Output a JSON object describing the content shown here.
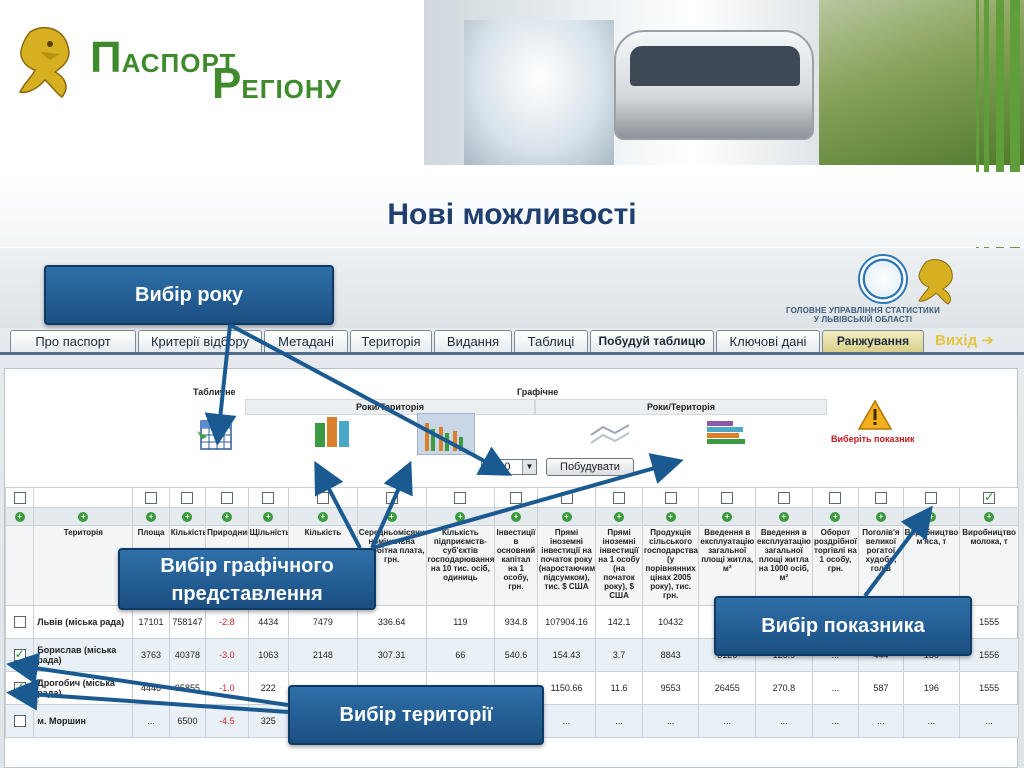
{
  "header": {
    "logo_letter_1": "П",
    "logo_text_1": "АСПОРТ",
    "logo_letter_2": "Р",
    "logo_text_2": "ЕГІОНУ"
  },
  "slide": {
    "title": "Нові можливості"
  },
  "app": {
    "org_caption_1": "ГОЛОВНЕ УПРАВЛІННЯ СТАТИСТИКИ",
    "org_caption_2": "У ЛЬВІВСЬКІЙ ОБЛАСТІ",
    "tabs": [
      {
        "label": "Про паспорт"
      },
      {
        "label": "Критерії відбору"
      },
      {
        "label": "Метадані"
      },
      {
        "label": "Територія"
      },
      {
        "label": "Видання"
      },
      {
        "label": "Таблиці"
      },
      {
        "label": "Побудуй таблицю"
      },
      {
        "label": "Ключові дані"
      },
      {
        "label": "Ранжування"
      }
    ],
    "exit_label": "Вихід",
    "chooser": {
      "tabular_label": "Табличне",
      "graphic_label": "Графічне",
      "by_territory": "Роки/Територія",
      "by_years": "Роки/Територія",
      "warning_text": "Виберіть показник",
      "year_value": "2010",
      "build_label": "Побудувати"
    },
    "table": {
      "checked_columns": [
        1,
        18
      ],
      "columns": [
        "Територія",
        "Площа",
        "Кількість",
        "Природний",
        "Щільність",
        "Кількість",
        "Середньомісячна номінальна заробітна плата, грн.",
        "Кількість підприємств-суб'єктів господарювання на 10 тис. осіб, одиниць",
        "Інвестиції в основний капітал на 1 особу, грн.",
        "Прямі іноземні інвестиції на початок року (наростаючим підсумком), тис. $ США",
        "Прямі іноземні інвестиції на 1 особу (на початок року), $ США",
        "Продукція сільського господарства (у порівнянних цінах 2005 року), тис. грн.",
        "Введення в експлуатацію загальної площі житла, м²",
        "Введення в експлуатацію загальної площі житла на 1000 осіб, м²",
        "Оборот роздрібної торгівлі на 1 особу, грн.",
        "Поголів'я великої рогатої худоби, голів",
        "Виробництво м'яса, т",
        "Виробництво молока, т"
      ],
      "rows": [
        {
          "name": "Львів (міська рада)",
          "checked": false,
          "cells": [
            "17101",
            "758147",
            "-2.8",
            "4434",
            "7479",
            "336.64",
            "119",
            "934.8",
            "107904.16",
            "142.1",
            "10432",
            "",
            "",
            "",
            "",
            "",
            "1555"
          ]
        },
        {
          "name": "Борислав (міська рада)",
          "checked": true,
          "cells": [
            "3763",
            "40378",
            "-3.0",
            "1063",
            "2148",
            "307.31",
            "66",
            "540.6",
            "154.43",
            "3.7",
            "8843",
            "5126",
            "125.9",
            "...",
            "444",
            "130",
            "1556"
          ]
        },
        {
          "name": "Дрогобич (міська рада)",
          "checked": true,
          "cells": [
            "4446",
            "95855",
            "-1.0",
            "222",
            "",
            "",
            "",
            "",
            "1150.66",
            "11.6",
            "9553",
            "26455",
            "270.8",
            "...",
            "587",
            "196",
            "1555"
          ]
        },
        {
          "name": "м. Моршин",
          "checked": false,
          "cells": [
            "...",
            "6500",
            "-4.5",
            "325",
            "",
            "",
            "",
            "",
            "...",
            "...",
            "...",
            "...",
            "...",
            "...",
            "...",
            "...",
            "..."
          ]
        }
      ]
    }
  },
  "callouts": {
    "year": "Вибір року",
    "graphic": "Вибір графічного представлення",
    "indicator": "Вибір показника",
    "territory": "Вибір території"
  },
  "colors": {
    "callout_bg": "#1b4f82",
    "brand_green": "#3e8a2c",
    "title_blue": "#1f3f6e"
  }
}
